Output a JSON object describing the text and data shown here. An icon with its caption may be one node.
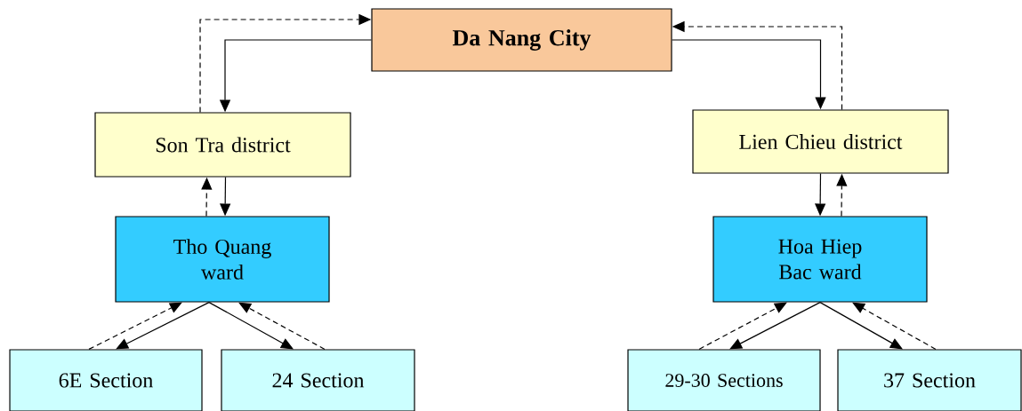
{
  "diagram": {
    "nodes": [
      {
        "text": [
          "Da Nang City"
        ]
      },
      {
        "text": [
          "Son Tra district"
        ]
      },
      {
        "text": [
          "Lien Chieu district"
        ]
      },
      {
        "text": [
          "Tho Quang ward"
        ]
      },
      {
        "text": [
          "Hoa Hiep Bac ward"
        ]
      },
      {
        "text": [
          "6E Section"
        ]
      },
      {
        "text": [
          "24 Section"
        ]
      },
      {
        "text": [
          "29-30 Sections"
        ]
      },
      {
        "text": [
          "37 Section"
        ]
      }
    ],
    "edges": [
      {
        "from": 0,
        "to": 1,
        "arrow": "to"
      },
      {
        "from": 1,
        "to": 0,
        "arrow": "to",
        "style": "dashed"
      },
      {
        "from": 0,
        "to": 2,
        "arrow": "to"
      },
      {
        "from": 2,
        "to": 0,
        "arrow": "to",
        "style": "dashed"
      },
      {
        "from": 1,
        "to": 3,
        "arrow": "to"
      },
      {
        "from": 3,
        "to": 1,
        "arrow": "to",
        "style": "dashed"
      },
      {
        "from": 2,
        "to": 4,
        "arrow": "to"
      },
      {
        "from": 4,
        "to": 2,
        "arrow": "to",
        "style": "dashed"
      },
      {
        "from": 3,
        "to": 5,
        "arrow": "to"
      },
      {
        "from": 5,
        "to": 3,
        "arrow": "to",
        "style": "dashed"
      },
      {
        "from": 3,
        "to": 6,
        "arrow": "to"
      },
      {
        "from": 6,
        "to": 3,
        "arrow": "to",
        "style": "dashed"
      },
      {
        "from": 4,
        "to": 7,
        "arrow": "to"
      },
      {
        "from": 7,
        "to": 4,
        "arrow": "to",
        "style": "dashed"
      },
      {
        "from": 4,
        "to": 8,
        "arrow": "to"
      },
      {
        "from": 8,
        "to": 4,
        "arrow": "to",
        "style": "dashed"
      }
    ]
  }
}
